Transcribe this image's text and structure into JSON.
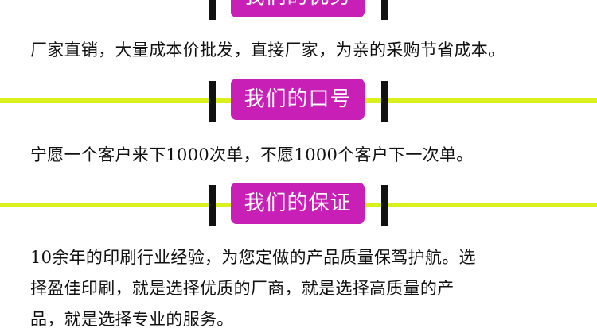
{
  "sections": [
    {
      "title": "我们的优势",
      "text": "厂家直销，大量成本价批发，直接厂家，为亲的采购节省成本。"
    },
    {
      "title": "我们的口号",
      "text": "宁愿一个客户来下1000次单，不愿1000个客户下一次单。"
    },
    {
      "title": "我们的保证",
      "text_lines": [
        "10余年的印刷行业经验，为您定做的产品质量保驾护航。选",
        "择盈佳印刷，就是选择优质的厂商，就是选择高质量的产",
        "品，就是选择专业的服务。"
      ]
    }
  ],
  "colors": {
    "accent_line": "#d9f01c",
    "badge_bg": "#c81fb6",
    "badge_text": "#ffffff",
    "bar": "#111111"
  }
}
